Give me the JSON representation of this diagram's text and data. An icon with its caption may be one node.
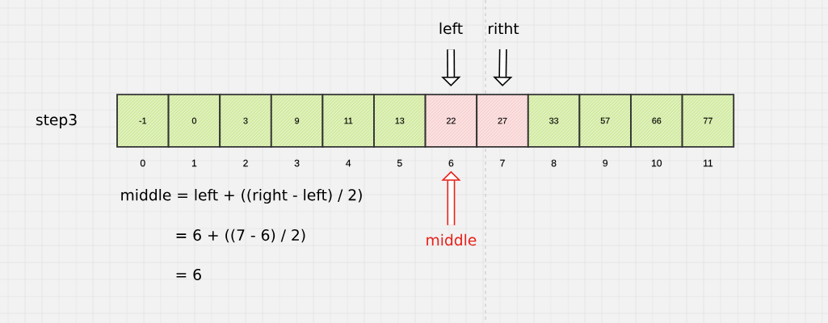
{
  "diagram": {
    "nodes": [
      {
        "text": [
          "left"
        ]
      },
      {
        "text": [
          "ritht"
        ]
      },
      {
        "text": [
          "-1"
        ],
        "beside": [
          "0"
        ]
      },
      {
        "text": [
          "0"
        ],
        "beside": [
          "1"
        ]
      },
      {
        "text": [
          "3"
        ],
        "beside": [
          "2"
        ]
      },
      {
        "text": [
          "9"
        ],
        "beside": [
          "3"
        ]
      },
      {
        "text": [
          "11"
        ],
        "beside": [
          "4"
        ]
      },
      {
        "text": [
          "13"
        ],
        "beside": [
          "5"
        ]
      },
      {
        "text": [
          "22"
        ],
        "beside": [
          "6"
        ]
      },
      {
        "text": [
          "27"
        ],
        "beside": [
          "7"
        ]
      },
      {
        "text": [
          "33"
        ],
        "beside": [
          "8"
        ]
      },
      {
        "text": [
          "57"
        ],
        "beside": [
          "9"
        ]
      },
      {
        "text": [
          "66"
        ],
        "beside": [
          "10"
        ]
      },
      {
        "text": [
          "77"
        ],
        "beside": [
          "11"
        ]
      },
      {
        "text": [
          "middle"
        ]
      }
    ],
    "edges": [
      {
        "from": 0,
        "to": 8,
        "arrow": "to"
      },
      {
        "from": 1,
        "to": 9,
        "arrow": "to"
      },
      {
        "from": 14,
        "to": 8,
        "arrow": "to",
        "color": "#e8211b"
      }
    ],
    "labels": [
      "step3",
      "middle = left + ((right - left) / 2)",
      "= 6 + ((7 - 6) / 2)",
      "= 6"
    ]
  }
}
